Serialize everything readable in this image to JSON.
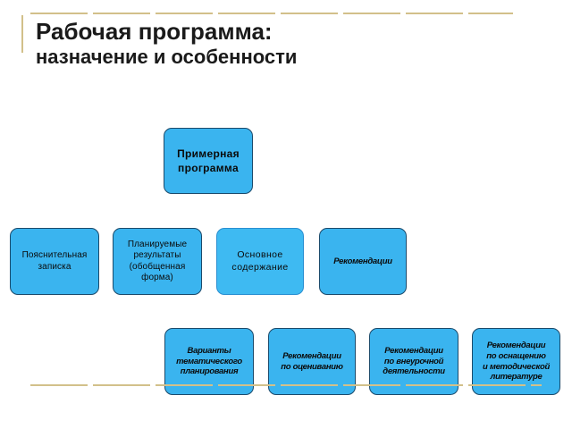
{
  "slide": {
    "title_line1": "Рабочая программа:",
    "title_line2": "назначение и особенности"
  },
  "diagram": {
    "top": {
      "label": "Примерная\nпрограмма"
    },
    "row1": [
      {
        "label": "Пояснительная\nзаписка"
      },
      {
        "label": "Планируемые\nрезультаты\n(обобщенная\nформа)"
      },
      {
        "label": "Основное\nсодержание"
      },
      {
        "label": "Рекомендации"
      }
    ],
    "row2": [
      {
        "label": "Варианты\nтематического\nпланирования"
      },
      {
        "label": "Рекомендации\nпо оцениванию"
      },
      {
        "label": "Рекомендации\nпо внеурочной\nдеятельности"
      },
      {
        "label": "Рекомендации\nпо оснащению\nи методической\nлитературе"
      }
    ]
  },
  "colors": {
    "box_fill": "#3ab4ef",
    "box_border": "#1b4a6b",
    "decor_line": "#d2c08a",
    "title_text": "#1a1a1a"
  }
}
